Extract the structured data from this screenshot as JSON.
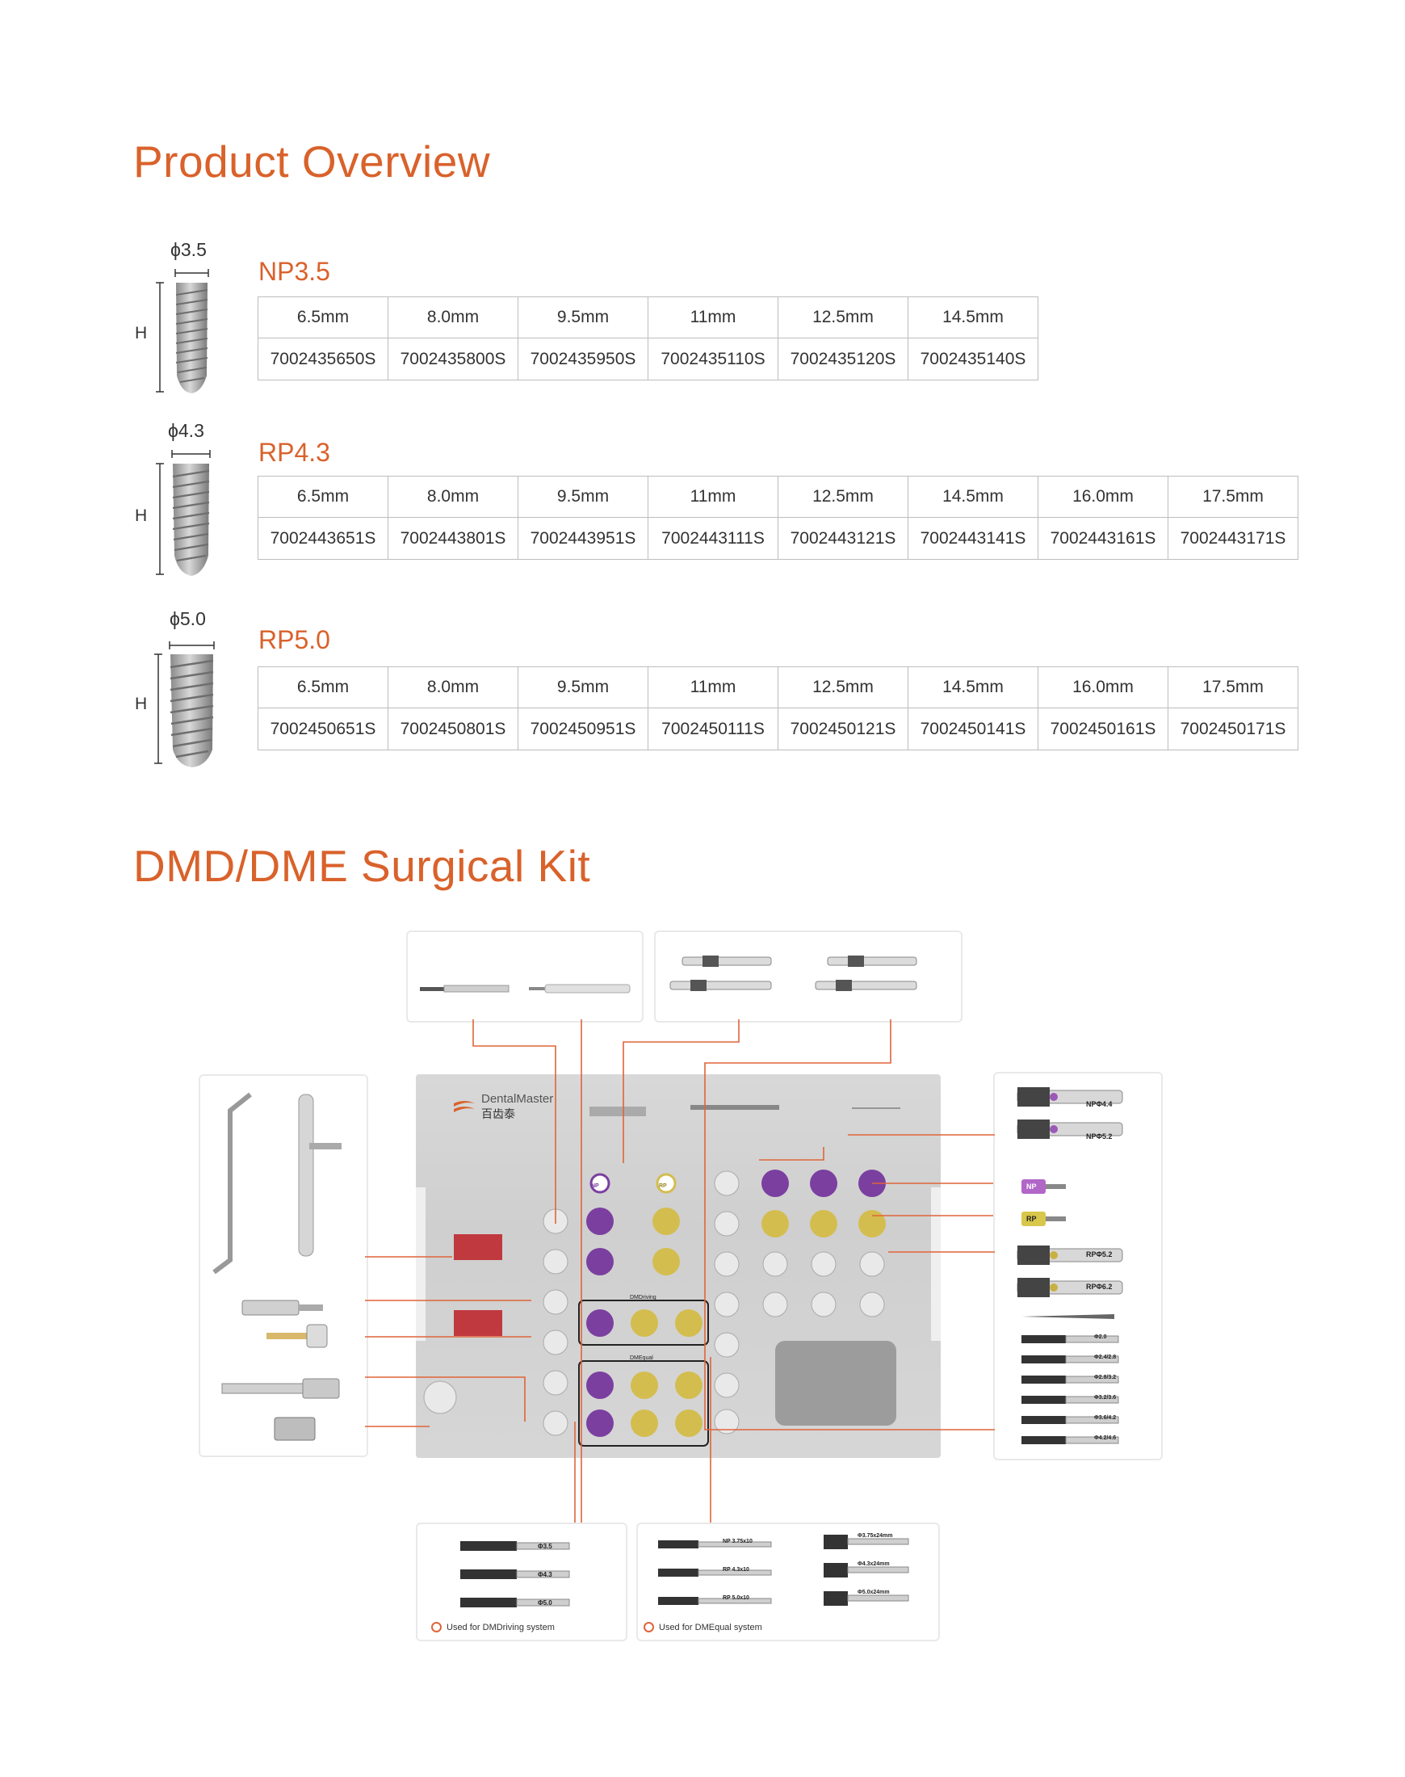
{
  "product_overview": {
    "title": "Product Overview",
    "height_label": "H",
    "series": [
      {
        "name": "NP3.5",
        "diameter": "ϕ3.5",
        "lengths": [
          "6.5mm",
          "8.0mm",
          "9.5mm",
          "11mm",
          "12.5mm",
          "14.5mm"
        ],
        "codes": [
          "7002435650S",
          "7002435800S",
          "7002435950S",
          "7002435110S",
          "7002435120S",
          "7002435140S"
        ]
      },
      {
        "name": "RP4.3",
        "diameter": "ϕ4.3",
        "lengths": [
          "6.5mm",
          "8.0mm",
          "9.5mm",
          "11mm",
          "12.5mm",
          "14.5mm",
          "16.0mm",
          "17.5mm"
        ],
        "codes": [
          "7002443651S",
          "7002443801S",
          "7002443951S",
          "7002443111S",
          "7002443121S",
          "7002443141S",
          "7002443161S",
          "7002443171S"
        ]
      },
      {
        "name": "RP5.0",
        "diameter": "ϕ5.0",
        "lengths": [
          "6.5mm",
          "8.0mm",
          "9.5mm",
          "11mm",
          "12.5mm",
          "14.5mm",
          "16.0mm",
          "17.5mm"
        ],
        "codes": [
          "7002450651S",
          "7002450801S",
          "7002450951S",
          "7002450111S",
          "7002450121S",
          "7002450141S",
          "7002450161S",
          "7002450171S"
        ]
      }
    ]
  },
  "surgical_kit": {
    "title": "DMD/DME Surgical Kit",
    "brand": {
      "name_bold": "Dental",
      "name_regular": "Master",
      "name_cn": "百齿泰"
    },
    "tray_labels": [
      "DMDriving",
      "DMEqual",
      "NP",
      "RP"
    ],
    "right_panel_labels": [
      "NPΦ4.4",
      "NPΦ5.2",
      "NP",
      "RP",
      "RPΦ5.2",
      "RPΦ6.2",
      "Φ2.0",
      "Φ2.4/2.8",
      "Φ2.8/3.2",
      "Φ3.2/3.6",
      "Φ3.6/4.2",
      "Φ4.2/4.6"
    ],
    "bottom_left": {
      "labels": [
        "Φ3.5",
        "Φ4.3",
        "Φ5.0"
      ],
      "caption": "Used for DMDriving system"
    },
    "bottom_right": {
      "labels": [
        "NP 3.75x10",
        "RP 4.3x10",
        "RP 5.0x10",
        "Φ3.75x24mm",
        "Φ4.3x24mm",
        "Φ5.0x24mm"
      ],
      "caption": "Used for DMEqual system"
    }
  },
  "colors": {
    "accent": "#d9622b",
    "purple": "#7b3fa0",
    "gold": "#c9b044",
    "line": "#e0643a"
  }
}
